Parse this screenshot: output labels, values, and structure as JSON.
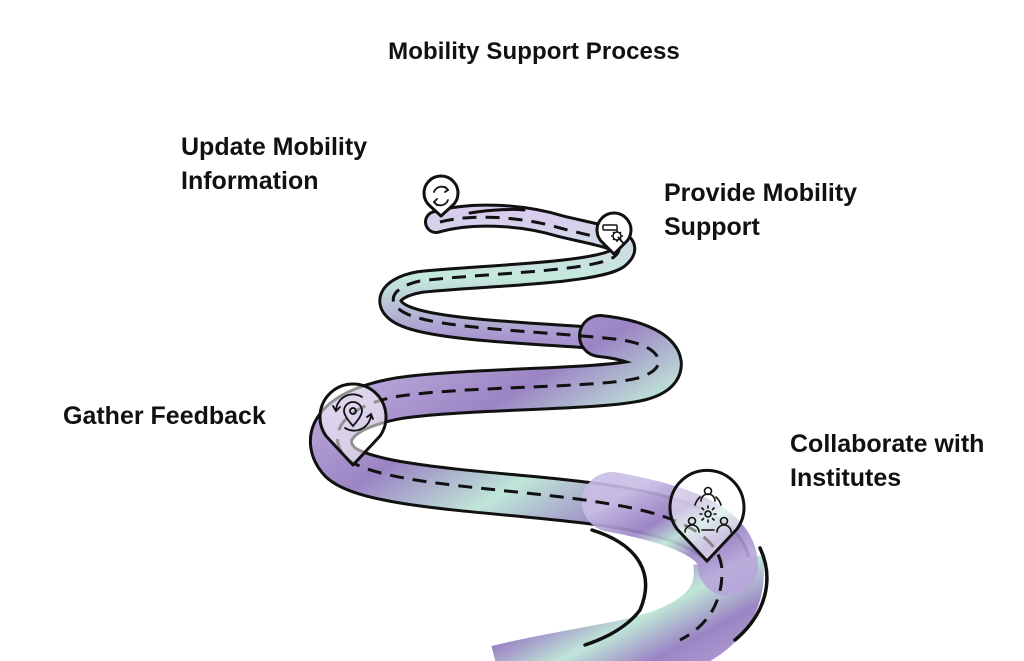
{
  "title": "Mobility Support Process",
  "steps": [
    {
      "label_line1": "Update Mobility",
      "label_line2": "Information",
      "icon": "refresh-cycle-icon"
    },
    {
      "label_line1": "Provide Mobility",
      "label_line2": "Support",
      "icon": "settings-cursor-icon"
    },
    {
      "label_line1": "Gather Feedback",
      "label_line2": "",
      "icon": "location-feedback-cycle-icon"
    },
    {
      "label_line1": "Collaborate with",
      "label_line2": "Institutes",
      "icon": "team-collaboration-icon"
    }
  ],
  "colors": {
    "road_purple": "#9b84c4",
    "road_mint": "#bfe6d8",
    "road_lavender": "#d9cdee",
    "outline": "#111111",
    "text": "#111111",
    "background": "#ffffff"
  }
}
